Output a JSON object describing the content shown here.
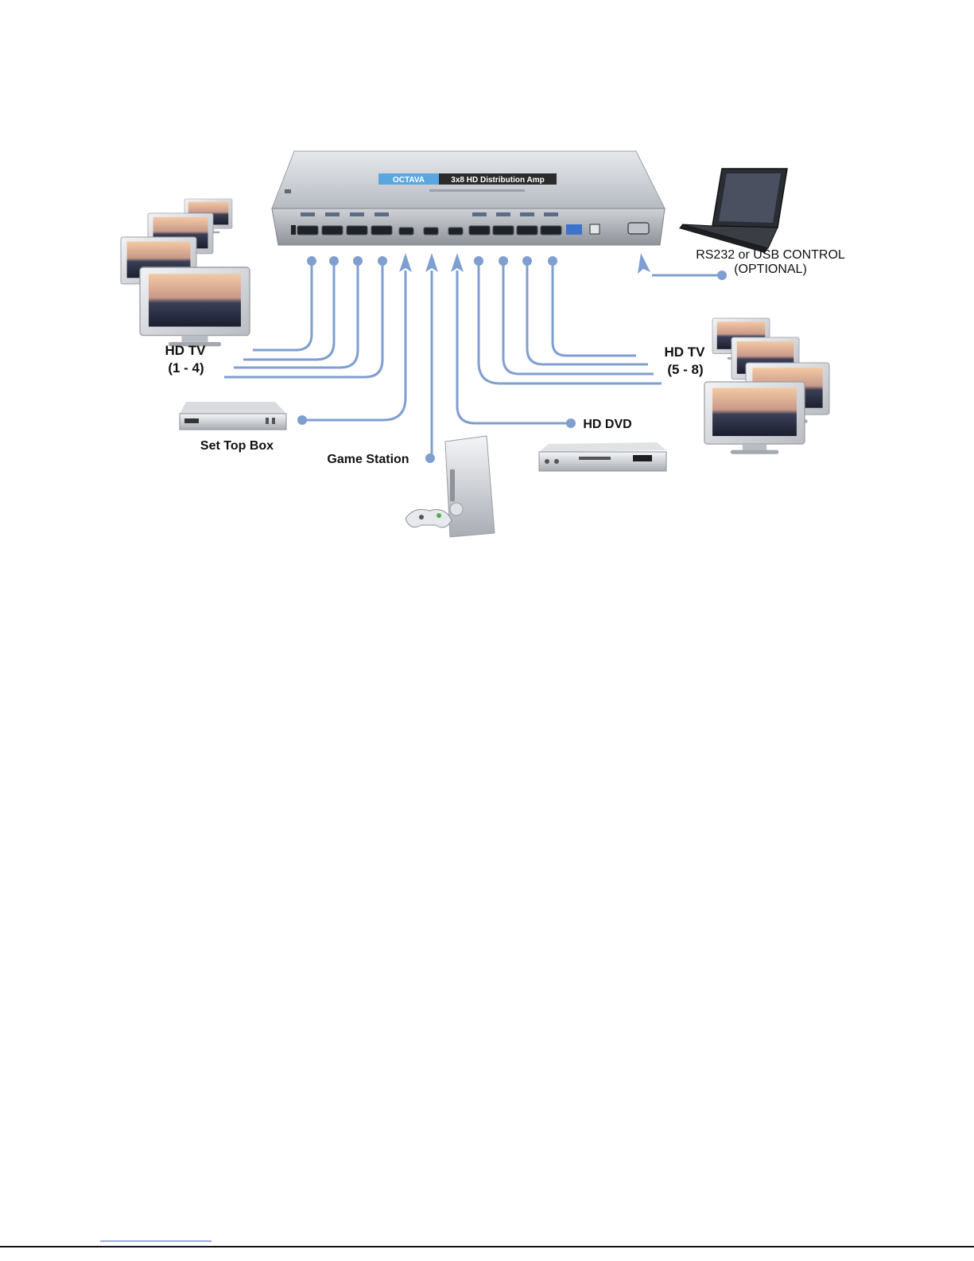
{
  "device": {
    "brand": "OCTAVA",
    "model_label": "3x8 HD Distribution Amp"
  },
  "labels": {
    "hdtv_left_title": "HD TV",
    "hdtv_left_range": "(1 - 4)",
    "hdtv_right_title": "HD TV",
    "hdtv_right_range": "(5 - 8)",
    "set_top_box": "Set Top Box",
    "game_station": "Game Station",
    "hd_dvd": "HD DVD",
    "control_line1": "RS232 or USB CONTROL",
    "control_line2": "(OPTIONAL)"
  },
  "icons": {
    "tv": "tv-icon",
    "laptop": "laptop-icon",
    "set_top_box": "set-top-box-icon",
    "game_console": "game-console-icon",
    "dvd_player": "dvd-player-icon",
    "distribution_amp": "distribution-amp-icon"
  },
  "colors": {
    "cable": "#7f9fd0",
    "device_body": "#c9ccd1",
    "brand_badge": "#5aa7e0",
    "label_strip": "#2b2b2b"
  }
}
